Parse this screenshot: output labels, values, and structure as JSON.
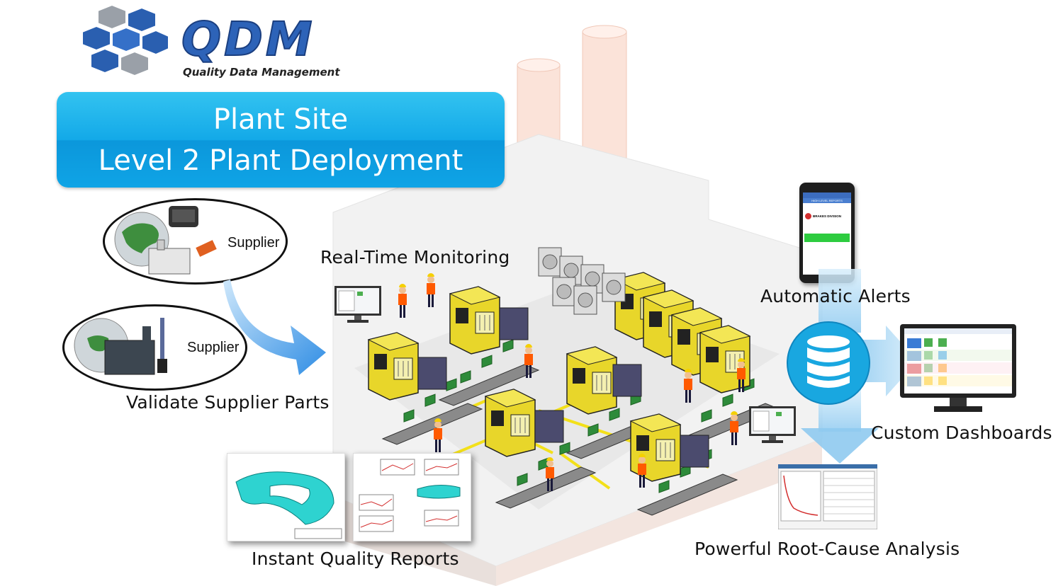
{
  "logo": {
    "text": "QDM",
    "tagline": "Quality Data Management"
  },
  "banner": {
    "line1": "Plant Site",
    "line2": "Level 2 Plant Deployment"
  },
  "suppliers": [
    {
      "label": "Supplier"
    },
    {
      "label": "Supplier"
    }
  ],
  "labels": {
    "validate": "Validate Supplier Parts",
    "monitoring": "Real-Time Monitoring",
    "alerts": "Automatic Alerts",
    "dashboards": "Custom Dashboards",
    "root_cause": "Powerful Root-Cause Analysis",
    "reports": "Instant Quality Reports"
  },
  "phone": {
    "header": "HIGH LEVEL REPORTS",
    "division": "BRAKES DIVISION"
  },
  "colors": {
    "banner": "#13a9e8",
    "arrow": "#4aa8e8",
    "database": "#19a7e0",
    "machine": "#e8d62a",
    "part": "#2e7d32"
  }
}
